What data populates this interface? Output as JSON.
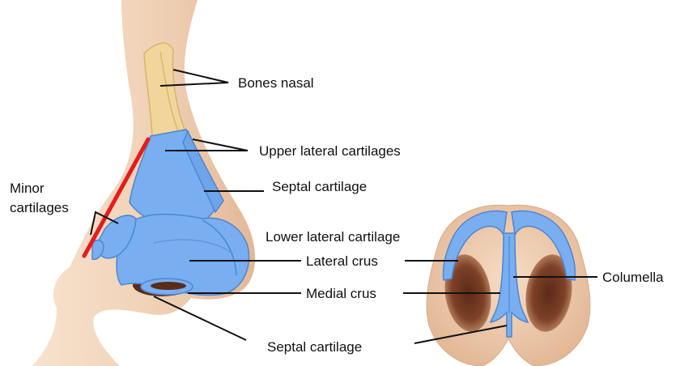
{
  "labels": {
    "bones_nasal": "Bones nasal",
    "upper_lateral_cartilages": "Upper lateral cartilages",
    "septal_cartilage_upper": "Septal cartilage",
    "minor_cartilages_line1": "Minor",
    "minor_cartilages_line2": "cartilages",
    "lower_lateral_cartilage": "Lower lateral cartilage",
    "lateral_crus": "Lateral crus",
    "medial_crus": "Medial crus",
    "septal_cartilage_lower": "Septal cartilage",
    "columella": "Columella"
  },
  "colors": {
    "skin": "#f1d6bd",
    "skin_shadow": "#d9b092",
    "bone": "#f2d59a",
    "cartilage": "#79aef0",
    "cartilage_dark": "#4f86cf",
    "nostril": "#6b3420",
    "highlight_line": "#e51c1c",
    "leader_line": "#111111"
  }
}
